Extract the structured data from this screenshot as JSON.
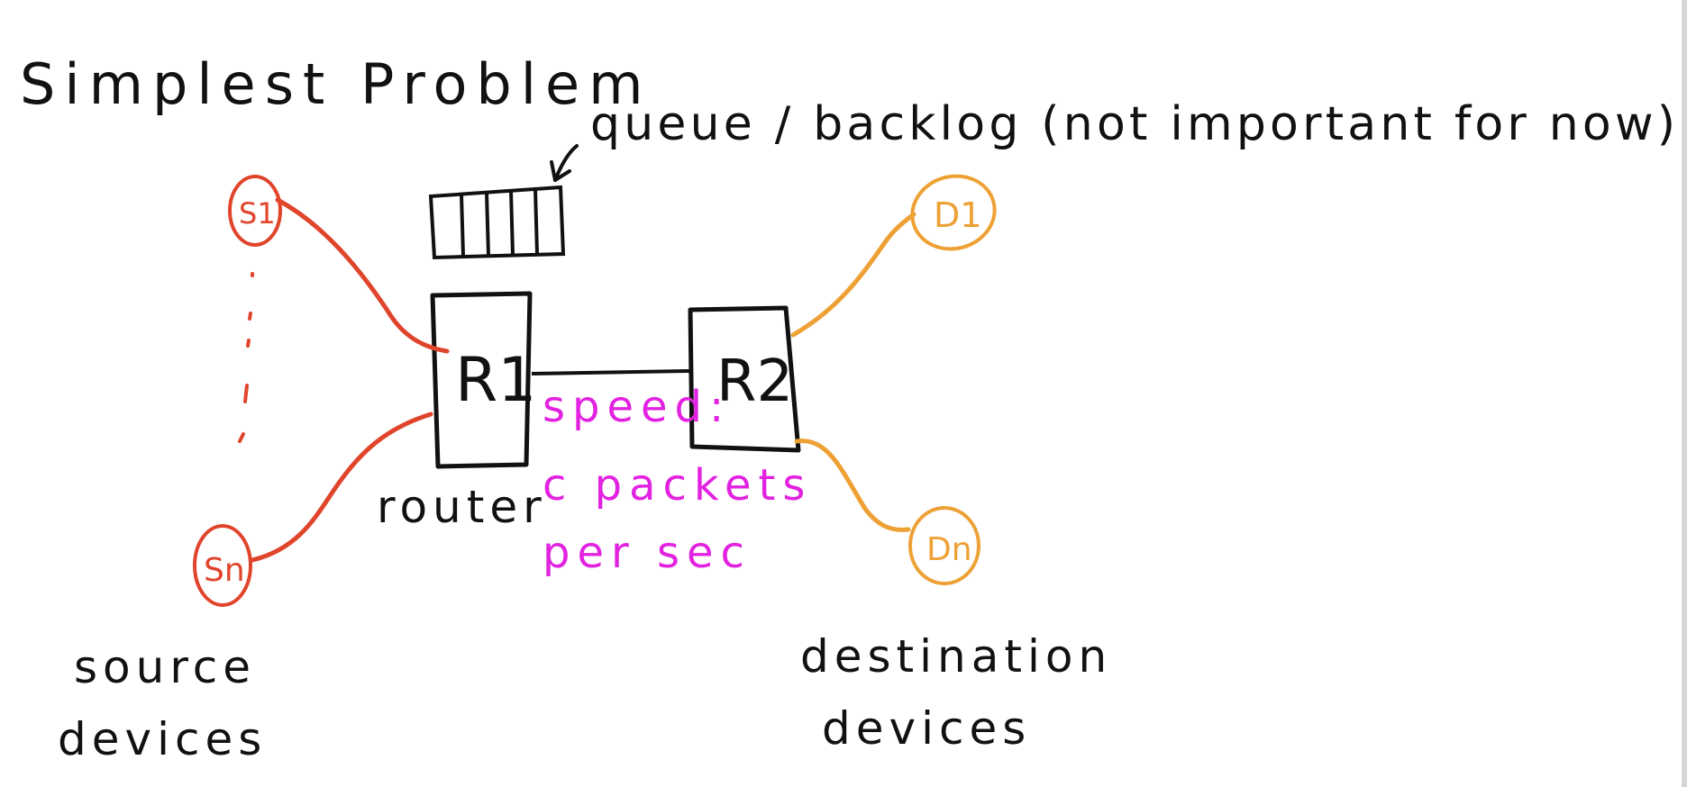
{
  "title": "Simplest Problem",
  "queue_note": "queue / backlog (not important for now)",
  "sources": {
    "first_label": "S1",
    "last_label": "Sn",
    "caption_line1": "source",
    "caption_line2": "devices"
  },
  "routers": {
    "r1_label": "R1",
    "r2_label": "R2",
    "r1_caption": "router"
  },
  "link": {
    "speed_line1": "speed:",
    "speed_line2": "c  packets",
    "speed_line3": "per  sec"
  },
  "destinations": {
    "first_label": "D1",
    "last_label": "Dn",
    "caption_line1": "destination",
    "caption_line2": "devices"
  },
  "colors": {
    "ink": "#111111",
    "source": "#e0452c",
    "destination": "#eda135",
    "speed": "#e222e0"
  }
}
